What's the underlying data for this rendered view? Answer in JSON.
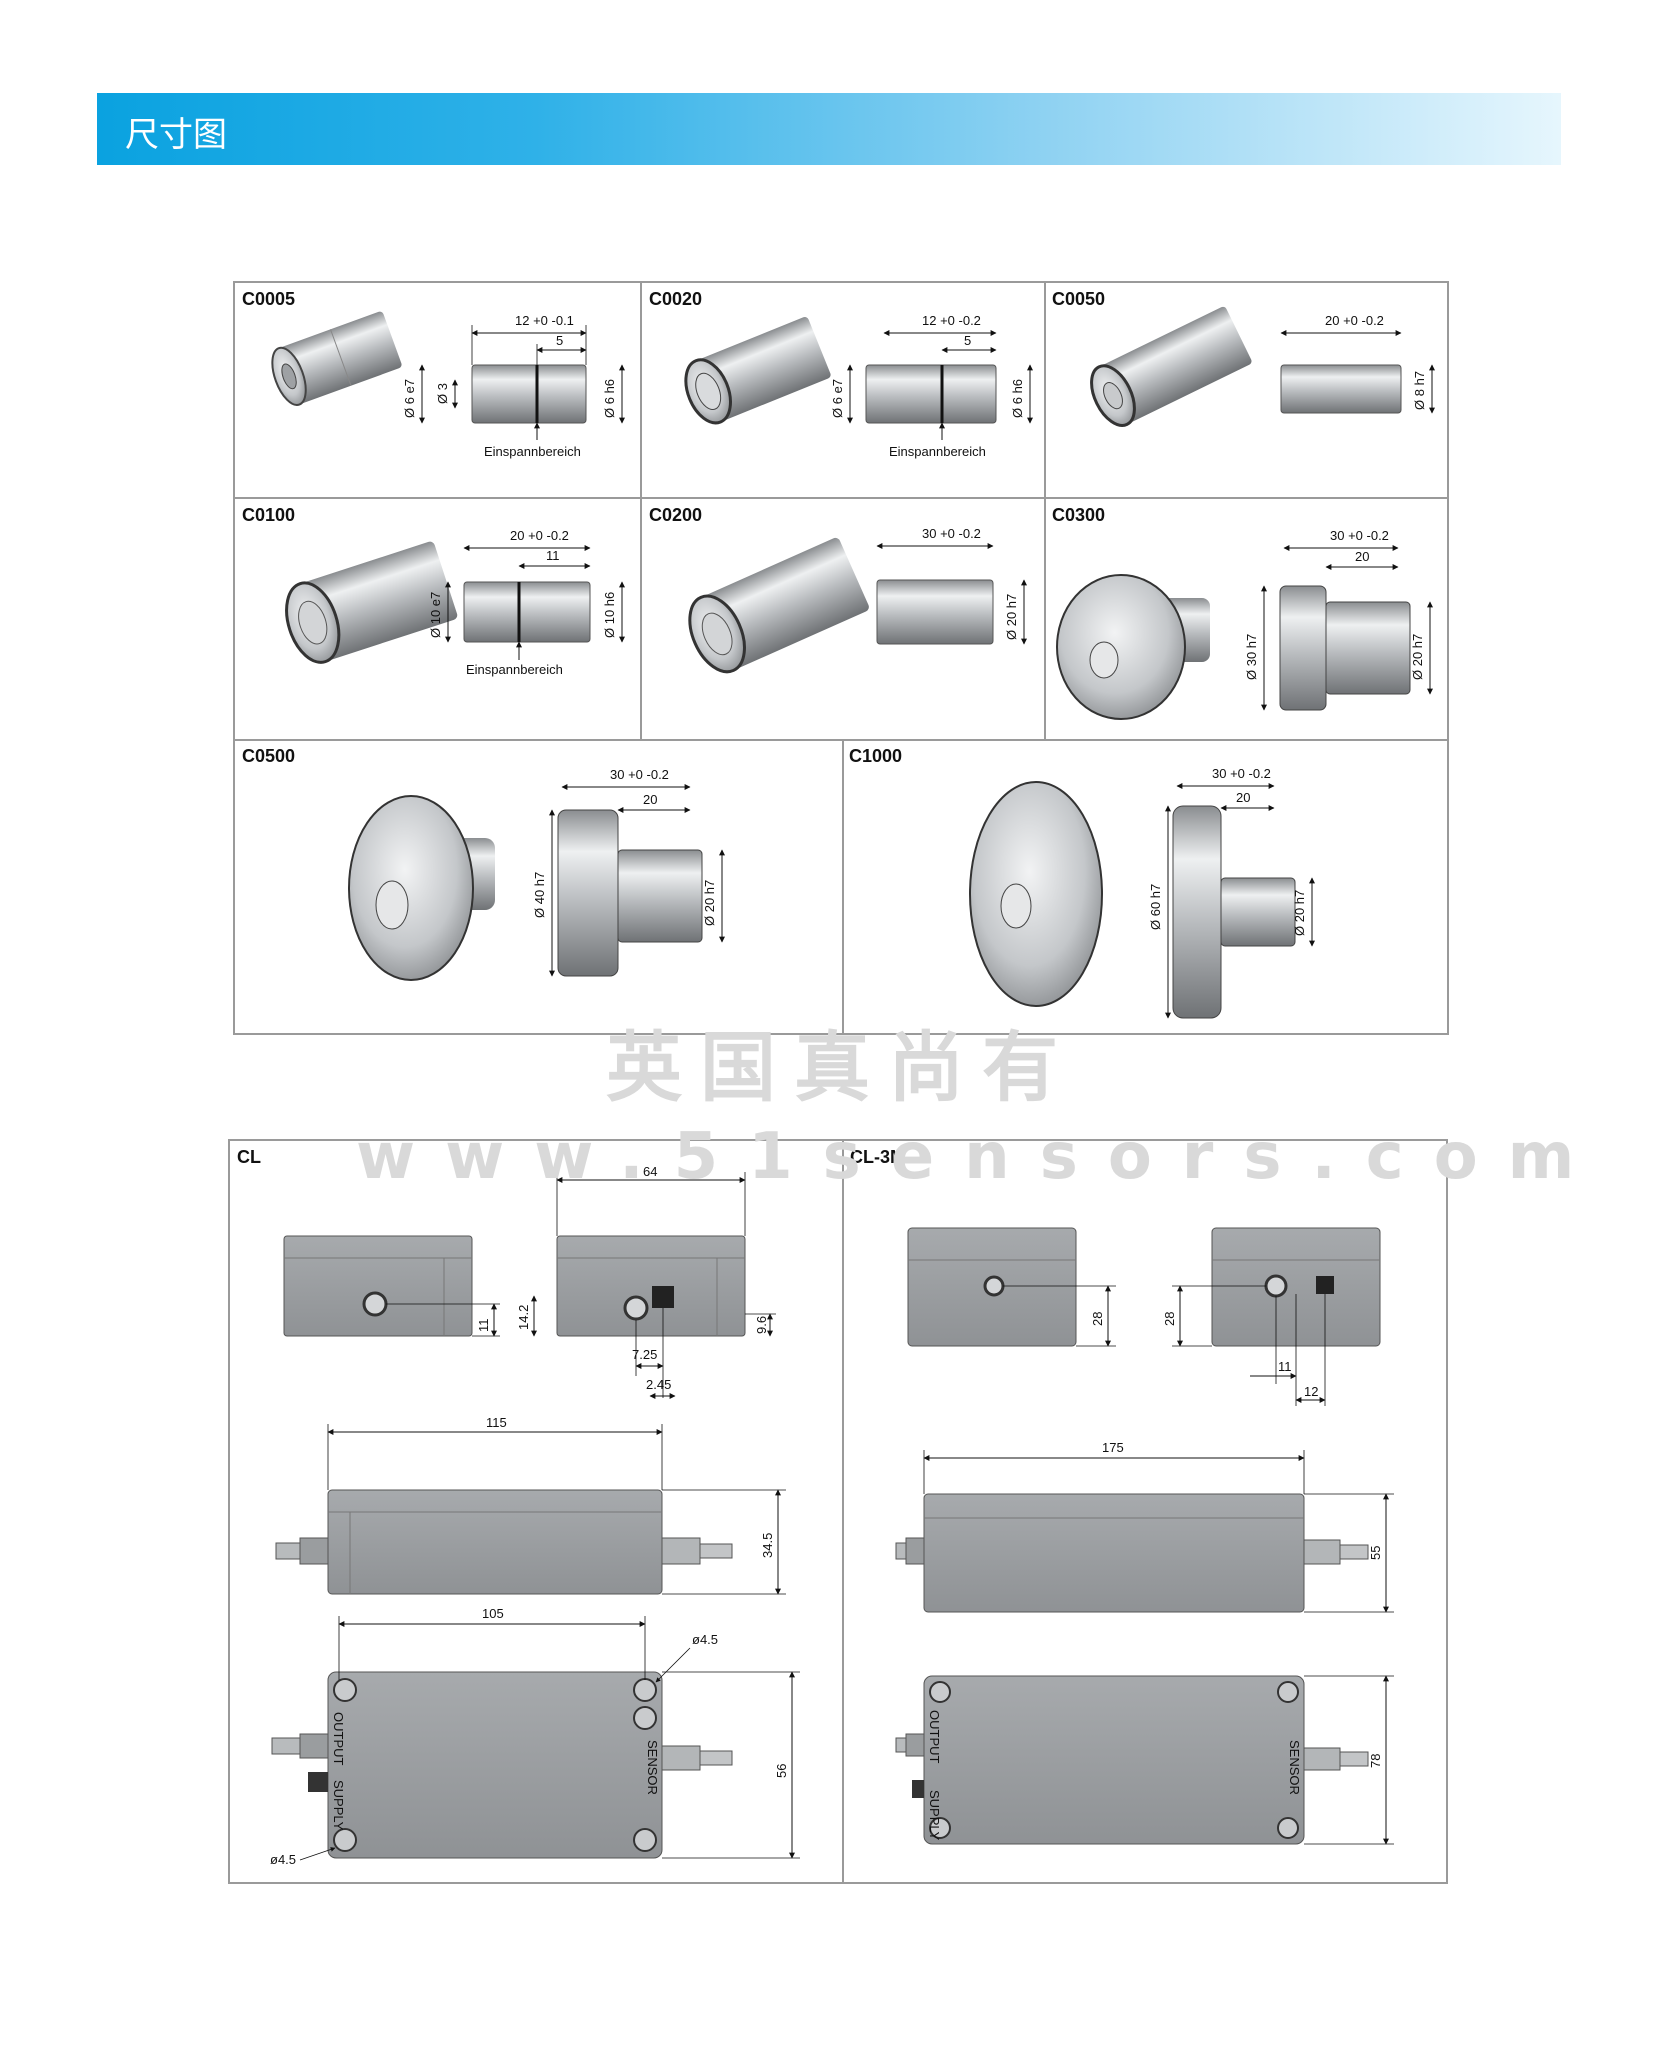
{
  "header": {
    "title": "尺寸图"
  },
  "cells": [
    {
      "label": "C0005",
      "dims": [
        "12 +0 -0.1",
        "5",
        "Ø 6 e7",
        "Ø 3",
        "Ø 6 h6"
      ],
      "note": "Einspannbereich"
    },
    {
      "label": "C0020",
      "dims": [
        "12 +0 -0.2",
        "5",
        "Ø 6 e7",
        "Ø 6 h6"
      ],
      "note": "Einspannbereich"
    },
    {
      "label": "C0050",
      "dims": [
        "20 +0 -0.2",
        "Ø 8 h7"
      ]
    },
    {
      "label": "C0100",
      "dims": [
        "20 +0 -0.2",
        "11",
        "Ø 10 e7",
        "Ø 10 h6"
      ],
      "note": "Einspannbereich"
    },
    {
      "label": "C0200",
      "dims": [
        "30 +0 -0.2",
        "Ø 20 h7"
      ]
    },
    {
      "label": "C0300",
      "dims": [
        "30 +0 -0.2",
        "20",
        "Ø 30 h7",
        "Ø 20 h7"
      ]
    },
    {
      "label": "C0500",
      "dims": [
        "30 +0 -0.2",
        "20",
        "Ø 40 h7",
        "Ø 20 h7"
      ]
    },
    {
      "label": "C1000",
      "dims": [
        "30 +0 -0.2",
        "20",
        "Ø 60 h7",
        "Ø 20 h7"
      ]
    }
  ],
  "cl": {
    "label": "CL",
    "dims": {
      "width_top": "64",
      "h11": "11",
      "h142": "14.2",
      "h96": "9.6",
      "d725": "7.25",
      "d245": "2.45",
      "len115": "115",
      "h345": "34.5",
      "len105": "105",
      "hole1": "ø4.5",
      "h56": "56",
      "hole2": "ø4.5"
    },
    "port_labels": [
      "OUTPUT",
      "SUPPLY",
      "SENSOR"
    ]
  },
  "cl3m": {
    "label": "CL-3M",
    "dims": {
      "h28a": "28",
      "h28b": "28",
      "d11": "11",
      "d12": "12",
      "len175": "175",
      "h55": "55",
      "h78": "78"
    },
    "port_labels": [
      "OUTPUT",
      "SUPPLY",
      "SENSOR"
    ]
  },
  "watermark": {
    "line1": "英国真尚有",
    "line2": "www.51sensors.com"
  }
}
